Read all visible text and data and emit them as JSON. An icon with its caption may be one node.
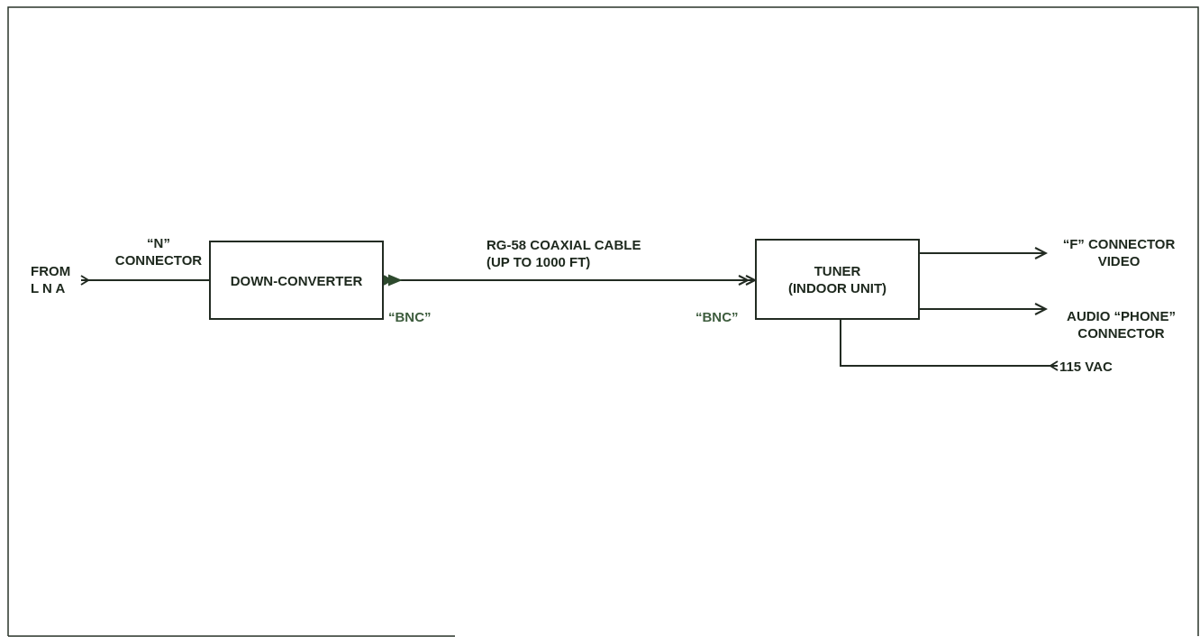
{
  "diagram": {
    "nodes": [
      {
        "text": [
          "FROM L N A"
        ]
      },
      {
        "text": [
          "DOWN-CONVERTER"
        ]
      },
      {
        "text": [
          "TUNER (INDOOR UNIT)"
        ]
      },
      {
        "text": [
          "“F” CONNECTOR VIDEO"
        ]
      },
      {
        "text": [
          "AUDIO “PHONE” CONNECTOR"
        ]
      },
      {
        "text": [
          "115 VAC"
        ]
      }
    ],
    "edges": [
      {
        "from": 0,
        "to": 1,
        "arrow": "other"
      },
      {
        "from": 1,
        "to": 2,
        "arrow": "to",
        "label": "RG-58 COAXIAL CABLE (UP TO 1000 FT)"
      },
      {
        "from": 2,
        "to": 3,
        "arrow": "to"
      },
      {
        "from": 2,
        "to": 4,
        "arrow": "to"
      },
      {
        "from": 5,
        "to": 2,
        "arrow": "other"
      }
    ],
    "labels": [
      "“N” CONNECTOR",
      "“BNC”",
      "“BNC”"
    ]
  }
}
